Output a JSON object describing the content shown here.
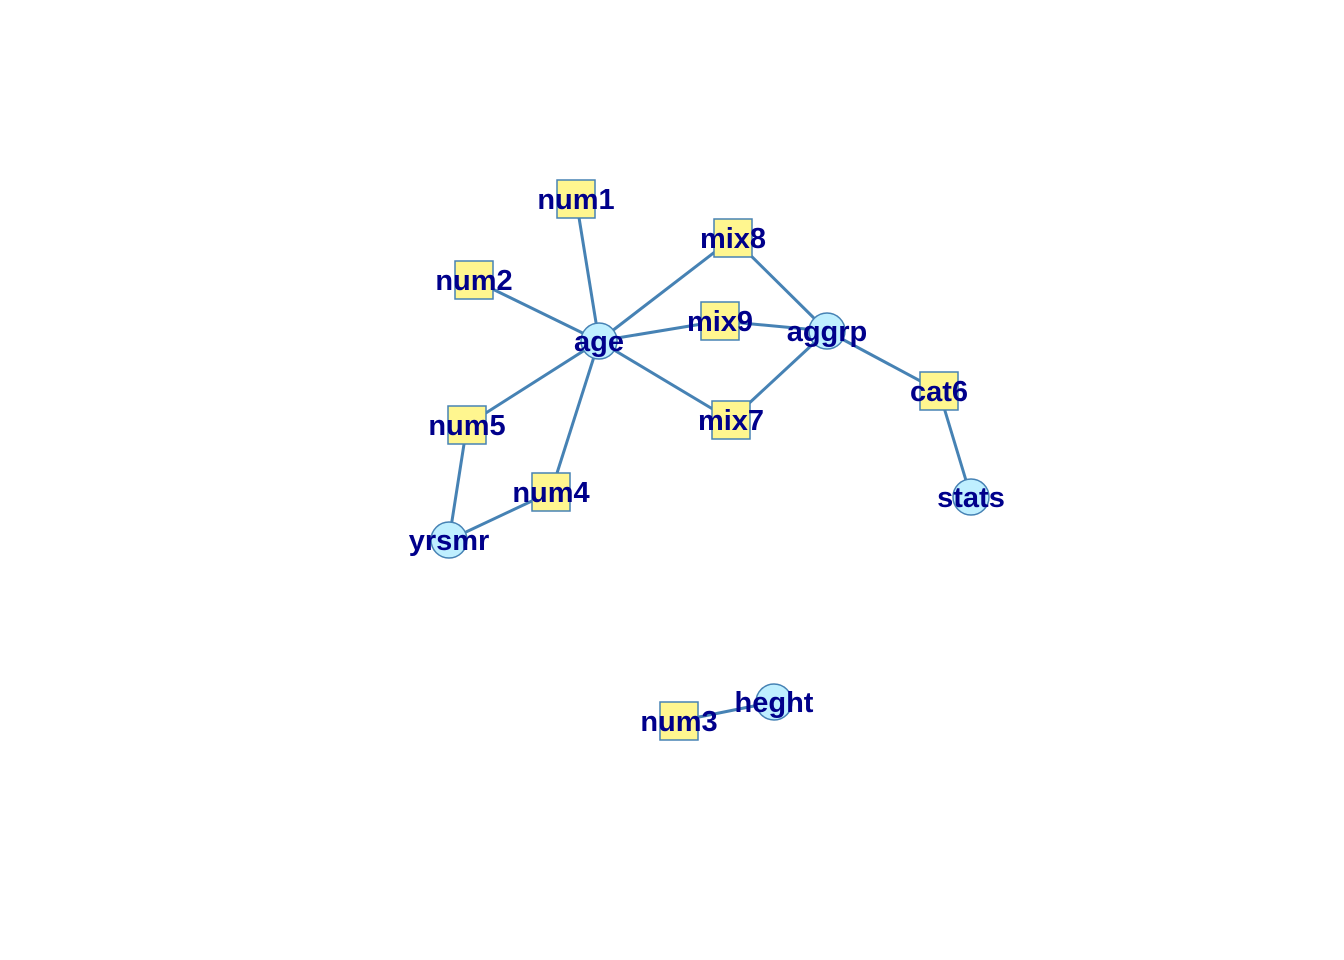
{
  "colors": {
    "edge": "#4682B4",
    "circle_fill": "#BFEFFF",
    "square_fill": "#FFF68F",
    "node_border": "#4682B4",
    "label": "#00008B"
  },
  "nodes": [
    {
      "id": "age",
      "label": "age",
      "shape": "circle"
    },
    {
      "id": "aggrp",
      "label": "aggrp",
      "shape": "circle"
    },
    {
      "id": "yrsmr",
      "label": "yrsmr",
      "shape": "circle"
    },
    {
      "id": "stats",
      "label": "stats",
      "shape": "circle"
    },
    {
      "id": "heght",
      "label": "heght",
      "shape": "circle"
    },
    {
      "id": "num1",
      "label": "num1",
      "shape": "square"
    },
    {
      "id": "num2",
      "label": "num2",
      "shape": "square"
    },
    {
      "id": "num3",
      "label": "num3",
      "shape": "square"
    },
    {
      "id": "num4",
      "label": "num4",
      "shape": "square"
    },
    {
      "id": "num5",
      "label": "num5",
      "shape": "square"
    },
    {
      "id": "mix7",
      "label": "mix7",
      "shape": "square"
    },
    {
      "id": "mix8",
      "label": "mix8",
      "shape": "square"
    },
    {
      "id": "mix9",
      "label": "mix9",
      "shape": "square"
    },
    {
      "id": "cat6",
      "label": "cat6",
      "shape": "square"
    }
  ],
  "edges": [
    [
      "age",
      "num1"
    ],
    [
      "age",
      "num2"
    ],
    [
      "age",
      "num4"
    ],
    [
      "age",
      "num5"
    ],
    [
      "age",
      "mix7"
    ],
    [
      "age",
      "mix8"
    ],
    [
      "age",
      "mix9"
    ],
    [
      "aggrp",
      "mix7"
    ],
    [
      "aggrp",
      "mix8"
    ],
    [
      "aggrp",
      "mix9"
    ],
    [
      "aggrp",
      "cat6"
    ],
    [
      "cat6",
      "stats"
    ],
    [
      "yrsmr",
      "num4"
    ],
    [
      "yrsmr",
      "num5"
    ],
    [
      "num3",
      "heght"
    ]
  ]
}
